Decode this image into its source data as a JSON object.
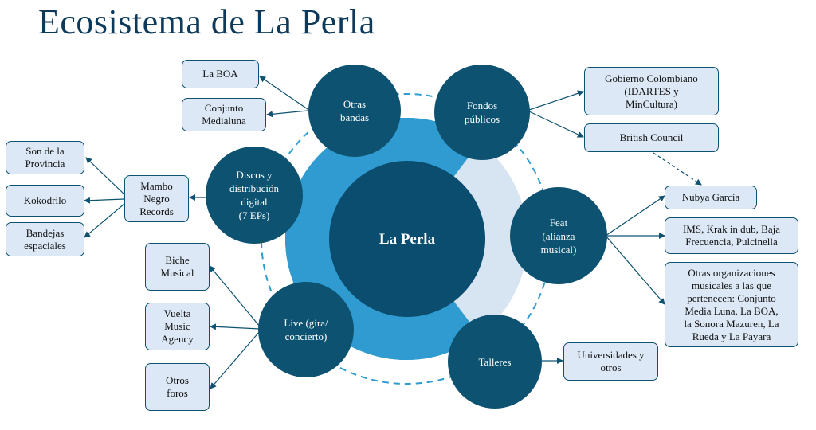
{
  "title": "Ecosistema de La Perla",
  "center": "La Perla",
  "hubs": {
    "otras_bandas": "Otras\nbandas",
    "fondos": "Fondos\npúblicos",
    "discos": "Discos y\ndistribución\ndigital\n(7 EPs)",
    "feat": "Feat\n(alianza\nmusical)",
    "live": "Live (gira/\nconcierto)",
    "talleres": "Talleres"
  },
  "boxes": {
    "la_boa": "La BOA",
    "conjunto_medialuna": "Conjunto\nMedialuna",
    "gobierno": "Gobierno Colombiano\n(IDARTES y\nMinCultura)",
    "british": "British Council",
    "mambo": "Mambo\nNegro\nRecords",
    "son_provincia": "Son de la\nProvincia",
    "kokodrilo": "Kokodrilo",
    "bandejas": "Bandejas\nespaciales",
    "nubya": "Nubya García",
    "ims": "IMS, Krak in dub, Baja\nFrecuencia, Pulcinella",
    "otras_org": "Otras organizaciones\nmusicales a las que\npertenecen: Conjunto\nMedia Luna, La BOA,\nla Sonora Mazuren, La\nRueda y La Payara",
    "biche": "Biche\nMusical",
    "vuelta": "Vuelta\nMusic\nAgency",
    "otros_foros": "Otros\nforos",
    "universidades": "Universidades y\notros"
  },
  "colors": {
    "hub": "#0d5270",
    "ring": "#2f9bd1",
    "ring_light": "#d7e4f2",
    "box_fill": "#dce8f5",
    "title": "#0d3a5a"
  }
}
